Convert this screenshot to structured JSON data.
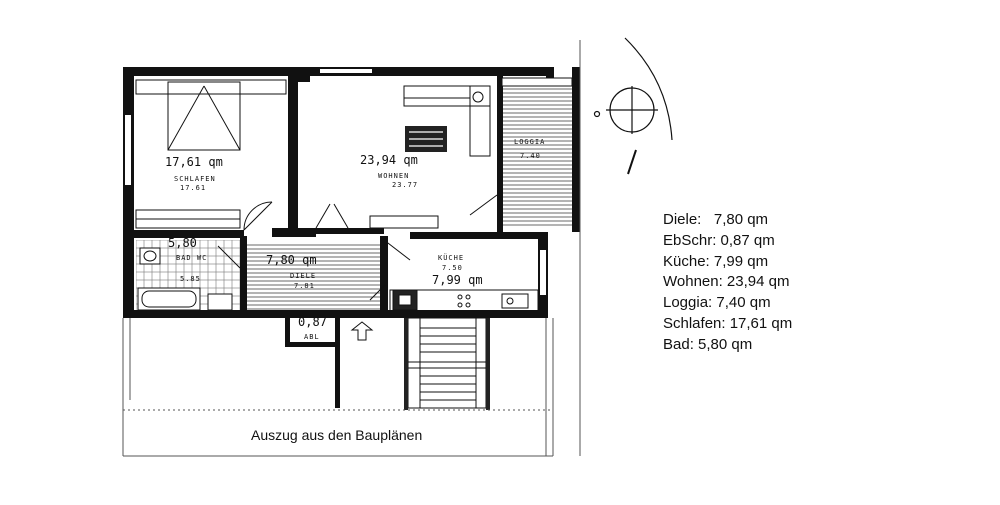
{
  "plan": {
    "caption": "Auszug aus den Bauplänen",
    "rooms": {
      "schlafen": {
        "area": "17,61 qm",
        "hand": "SCHLAFEN",
        "hand_area": "17.61"
      },
      "wohnen": {
        "area": "23,94 qm",
        "hand": "WOHNEN",
        "hand_area": "23.77"
      },
      "loggia": {
        "hand": "LOGGIA",
        "hand_area": "7.40"
      },
      "bad": {
        "area": "5,80",
        "hand": "BAD WC",
        "hand_area": "5.85"
      },
      "diele": {
        "area": "7,80 qm",
        "hand": "DIELE",
        "hand_area": "7.81"
      },
      "kueche": {
        "area": "7,99 qm",
        "hand": "KÜCHE",
        "hand_area": "7.50"
      },
      "ebschr": {
        "area": "0,87",
        "hand": "ABL"
      }
    }
  },
  "legend": [
    {
      "text": "Diele:   7,80 qm"
    },
    {
      "text": "EbSchr: 0,87 qm"
    },
    {
      "text": "Küche: 7,99 qm"
    },
    {
      "text": "Wohnen: 23,94 qm"
    },
    {
      "text": "Loggia: 7,40 qm"
    },
    {
      "text": "Schlafen: 17,61 qm"
    },
    {
      "text": "Bad: 5,80 qm"
    }
  ]
}
